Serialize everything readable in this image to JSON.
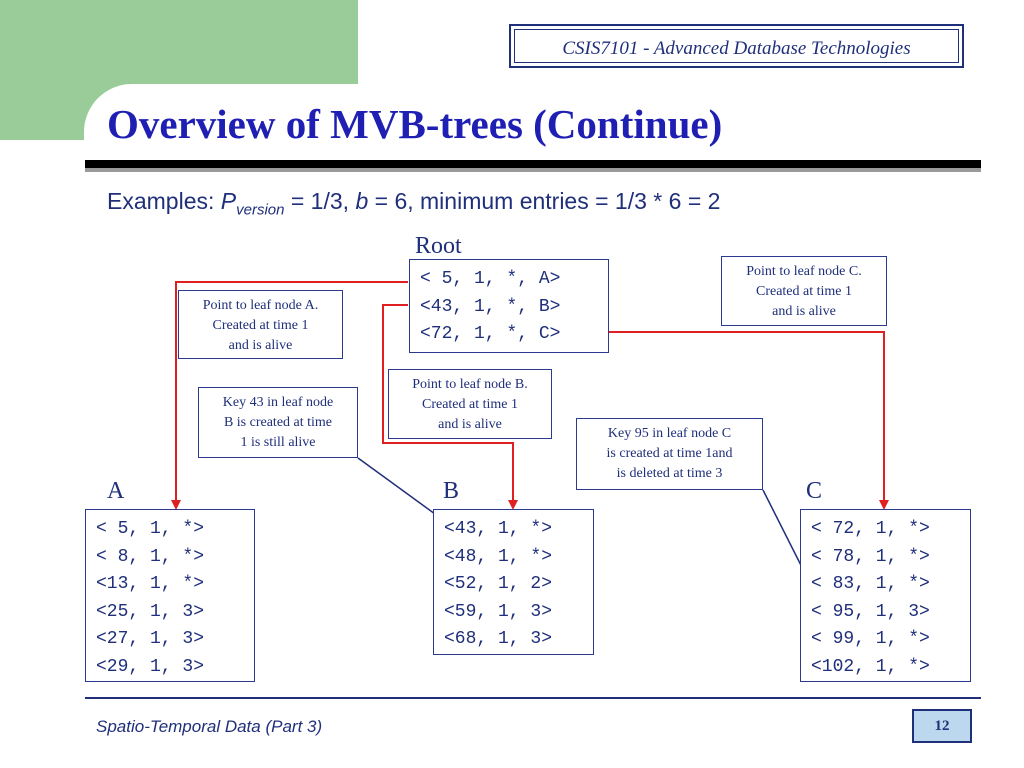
{
  "header": {
    "course": "CSIS7101 - Advanced Database Technologies",
    "title": "Overview of MVB-trees (Continue)"
  },
  "examples": {
    "prefix": "Examples: ",
    "p_var": "P",
    "p_sub": "version",
    "part1": " = 1/3, ",
    "b_var": "b",
    "part2": " = 6, minimum entries = 1/3 * 6 = 2"
  },
  "root": {
    "label": "Root",
    "entries": [
      "< 5, 1, *, A>",
      "<43, 1, *, B>",
      "<72, 1, *, C>"
    ]
  },
  "leaves": [
    {
      "label": "A",
      "entries": [
        "< 5, 1, *>",
        "< 8, 1, *>",
        "<13, 1, *>",
        "<25, 1, 3>",
        "<27, 1, 3>",
        "<29, 1, 3>"
      ]
    },
    {
      "label": "B",
      "entries": [
        "<43, 1, *>",
        "<48, 1, *>",
        "<52, 1, 2>",
        "<59, 1, 3>",
        "<68, 1, 3>"
      ]
    },
    {
      "label": "C",
      "entries": [
        "< 72, 1, *>",
        "< 78, 1, *>",
        "< 83, 1, *>",
        "< 95, 1, 3>",
        "< 99, 1, *>",
        "<102, 1, *>"
      ]
    }
  ],
  "notes": {
    "leaf_a": [
      "Point to leaf node A.",
      "Created at time 1",
      "and is alive"
    ],
    "leaf_b": [
      "Point to leaf node B.",
      "Created at time 1",
      "and is alive"
    ],
    "leaf_c": [
      "Point to leaf node C.",
      "Created at time 1",
      "and is alive"
    ],
    "key43": [
      "Key 43 in leaf node",
      "B is created  at time",
      "1 is still alive"
    ],
    "key95": [
      "Key 95 in leaf node C",
      "is created  at time 1and",
      "is deleted at time 3"
    ]
  },
  "footer": {
    "text": "Spatio-Temporal Data (Part 3)",
    "page": "12"
  },
  "colors": {
    "accent_green": "#99cc99",
    "title_blue": "#1f1fb4",
    "text_navy": "#1f2f7a",
    "pointer_red": "#e02020"
  }
}
